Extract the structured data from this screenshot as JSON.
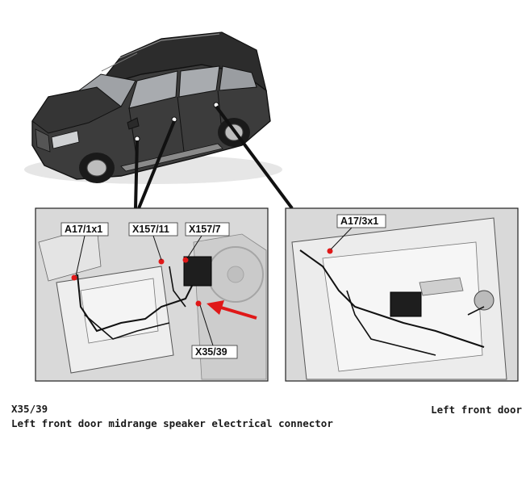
{
  "overview": {
    "subject": "vehicle"
  },
  "detail_left": {
    "labels": {
      "a17_1x1": "A17/1x1",
      "x157_11": "X157/11",
      "x157_7": "X157/7",
      "x35_39": "X35/39"
    }
  },
  "detail_right": {
    "labels": {
      "a17_3x1": "A17/3x1"
    }
  },
  "caption": {
    "connector_code": "X35/39",
    "connector_description": "Left front door midrange speaker electrical connector",
    "location": "Left front door"
  },
  "colors": {
    "marker": "#e01818",
    "arrow": "#e01818",
    "vehicle_body": "#3c3c3c",
    "panel_bg": "#d9d9d9"
  }
}
